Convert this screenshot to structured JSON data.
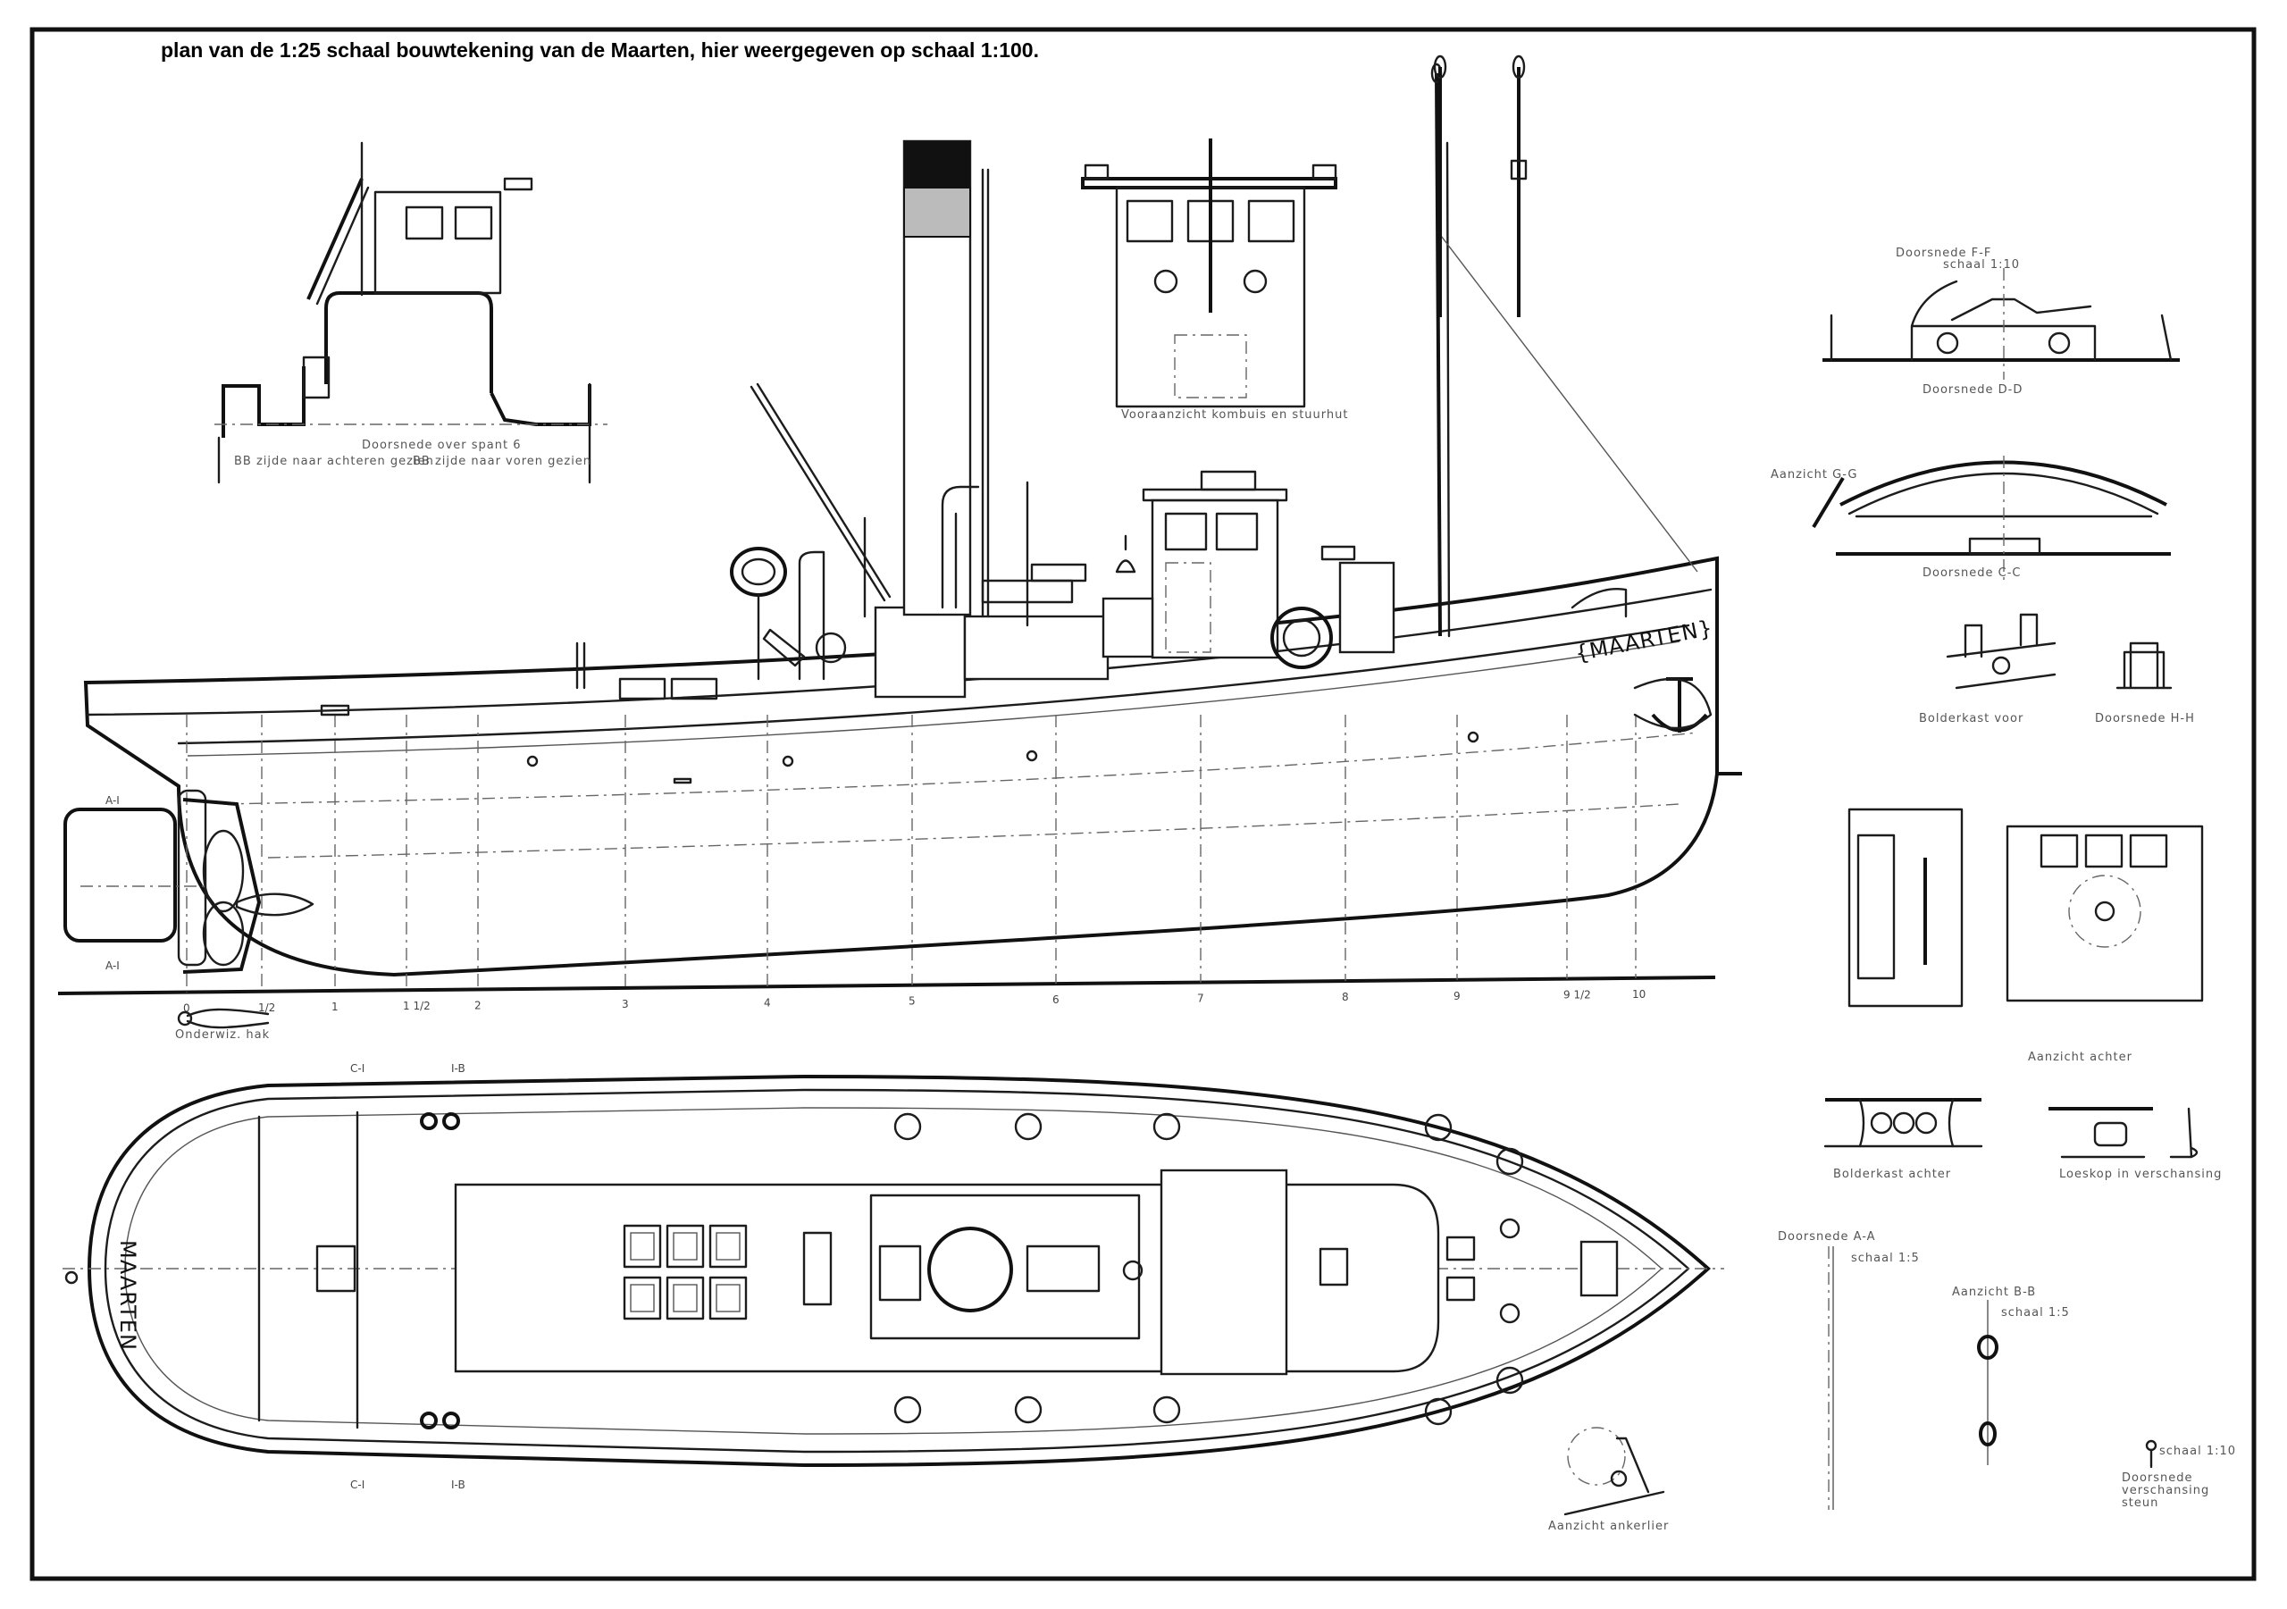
{
  "title": "plan van de 1:25 schaal bouwtekening van de Maarten, hier weergegeven op schaal 1:100.",
  "profile": {
    "ship_name": "{MAARTEN}",
    "stations": [
      "0",
      "1/2",
      "1",
      "1 1/2",
      "2",
      "3",
      "4",
      "5",
      "6",
      "7",
      "8",
      "9",
      "9 1/2",
      "10"
    ],
    "section_mark_a_top": "A-I",
    "section_mark_a_bottom": "A-I",
    "rudder_hook_label": "Onderwiz. hak"
  },
  "plan": {
    "stern_name": "MAARTEN",
    "section_mark_c_top": "C-I",
    "section_mark_b_top": "I-B",
    "section_mark_c_bottom": "C-I",
    "section_mark_b_bottom": "I-B",
    "windlass_label": "Aanzicht ankerlier"
  },
  "details": {
    "section_frame6": "Doorsnede over spant 6",
    "view_aft": "BB zijde naar achteren gezien",
    "view_fwd": "BB zijde naar voren gezien",
    "front_view": "Vooraanzicht kombuis en stuurhut",
    "section_ff": "Doorsnede F-F",
    "section_ff_scale": "schaal 1:10",
    "section_dd": "Doorsnede D-D",
    "view_gg": "Aanzicht G-G",
    "section_cc": "Doorsnede C-C",
    "bolder_fwd": "Bolderkast voor",
    "section_hh": "Doorsnede H-H",
    "rear_view": "Aanzicht achter",
    "bolder_aft": "Bolderkast achter",
    "loeskop": "Loeskop in verschansing",
    "section_aa": "Doorsnede A-A",
    "section_aa_scale": "schaal 1:5",
    "view_bb": "Aanzicht B-B",
    "view_bb_scale": "schaal 1:5",
    "pin_scale": "schaal 1:10",
    "stanchion_section": [
      "Doorsnede",
      "verschansing",
      "steun"
    ]
  }
}
